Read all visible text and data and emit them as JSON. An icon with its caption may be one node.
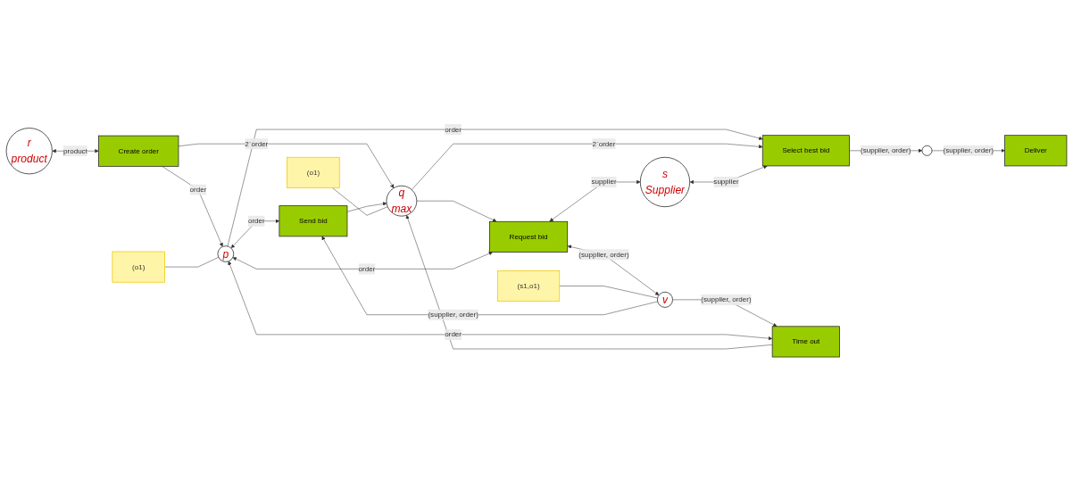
{
  "diagram": {
    "nodes": [
      {
        "text": [
          "r",
          "product"
        ]
      },
      {
        "text": [
          "Create order"
        ]
      },
      {
        "text": [
          "p"
        ]
      },
      {
        "text": [
          "Select best bid"
        ]
      },
      {
        "text": [],
        "shape": "circle"
      },
      {
        "text": [
          "Deliver"
        ]
      },
      {
        "text": [
          "Send bid"
        ]
      },
      {
        "text": [
          "Request bid"
        ]
      },
      {
        "text": [
          "v"
        ]
      },
      {
        "text": [
          "Time out"
        ]
      },
      {
        "text": [
          "q",
          "max"
        ]
      },
      {
        "text": [
          "s",
          "Supplier"
        ]
      },
      {
        "text": [
          "(o1)"
        ]
      },
      {
        "text": [
          "(s1,o1)"
        ]
      },
      {
        "text": [
          "(o1)"
        ]
      }
    ],
    "edges": [
      {
        "from": 0,
        "to": 1,
        "arrow": "both",
        "label": "product"
      },
      {
        "from": 1,
        "to": 2,
        "arrow": "to",
        "label": "order"
      },
      {
        "from": 1,
        "to": 10,
        "arrow": "to",
        "label": "2`order"
      },
      {
        "from": 2,
        "to": 3,
        "arrow": "to",
        "label": "order"
      },
      {
        "from": 2,
        "to": 7,
        "arrow": "both",
        "label": "order"
      },
      {
        "from": 2,
        "to": 6,
        "arrow": "both",
        "label": "order"
      },
      {
        "from": 2,
        "to": 9,
        "arrow": "both",
        "label": "order"
      },
      {
        "from": 3,
        "to": 4,
        "arrow": "to",
        "label": "(supplier, order)"
      },
      {
        "from": 4,
        "to": 5,
        "arrow": "to",
        "label": "(supplier, order)"
      },
      {
        "from": 7,
        "to": 8,
        "arrow": "both",
        "label": "(supplier, order)"
      },
      {
        "from": 8,
        "to": 6,
        "arrow": "to",
        "label": "(supplier, order)"
      },
      {
        "from": 8,
        "to": 9,
        "arrow": "to",
        "label": "(supplier, order)"
      },
      {
        "from": 6,
        "to": 10,
        "arrow": "to"
      },
      {
        "from": 9,
        "to": 10,
        "arrow": "to"
      },
      {
        "from": 10,
        "to": 7,
        "arrow": "to"
      },
      {
        "from": 10,
        "to": 3,
        "arrow": "to",
        "label": "2`order"
      },
      {
        "from": 7,
        "to": 11,
        "arrow": "both",
        "label": "supplier"
      },
      {
        "from": 11,
        "to": 3,
        "arrow": "both",
        "label": "supplier"
      },
      {
        "from": 12,
        "to": 2,
        "arrow": "none"
      },
      {
        "from": 13,
        "to": 8,
        "arrow": "none"
      },
      {
        "from": 14,
        "to": 10,
        "arrow": "none"
      }
    ]
  }
}
